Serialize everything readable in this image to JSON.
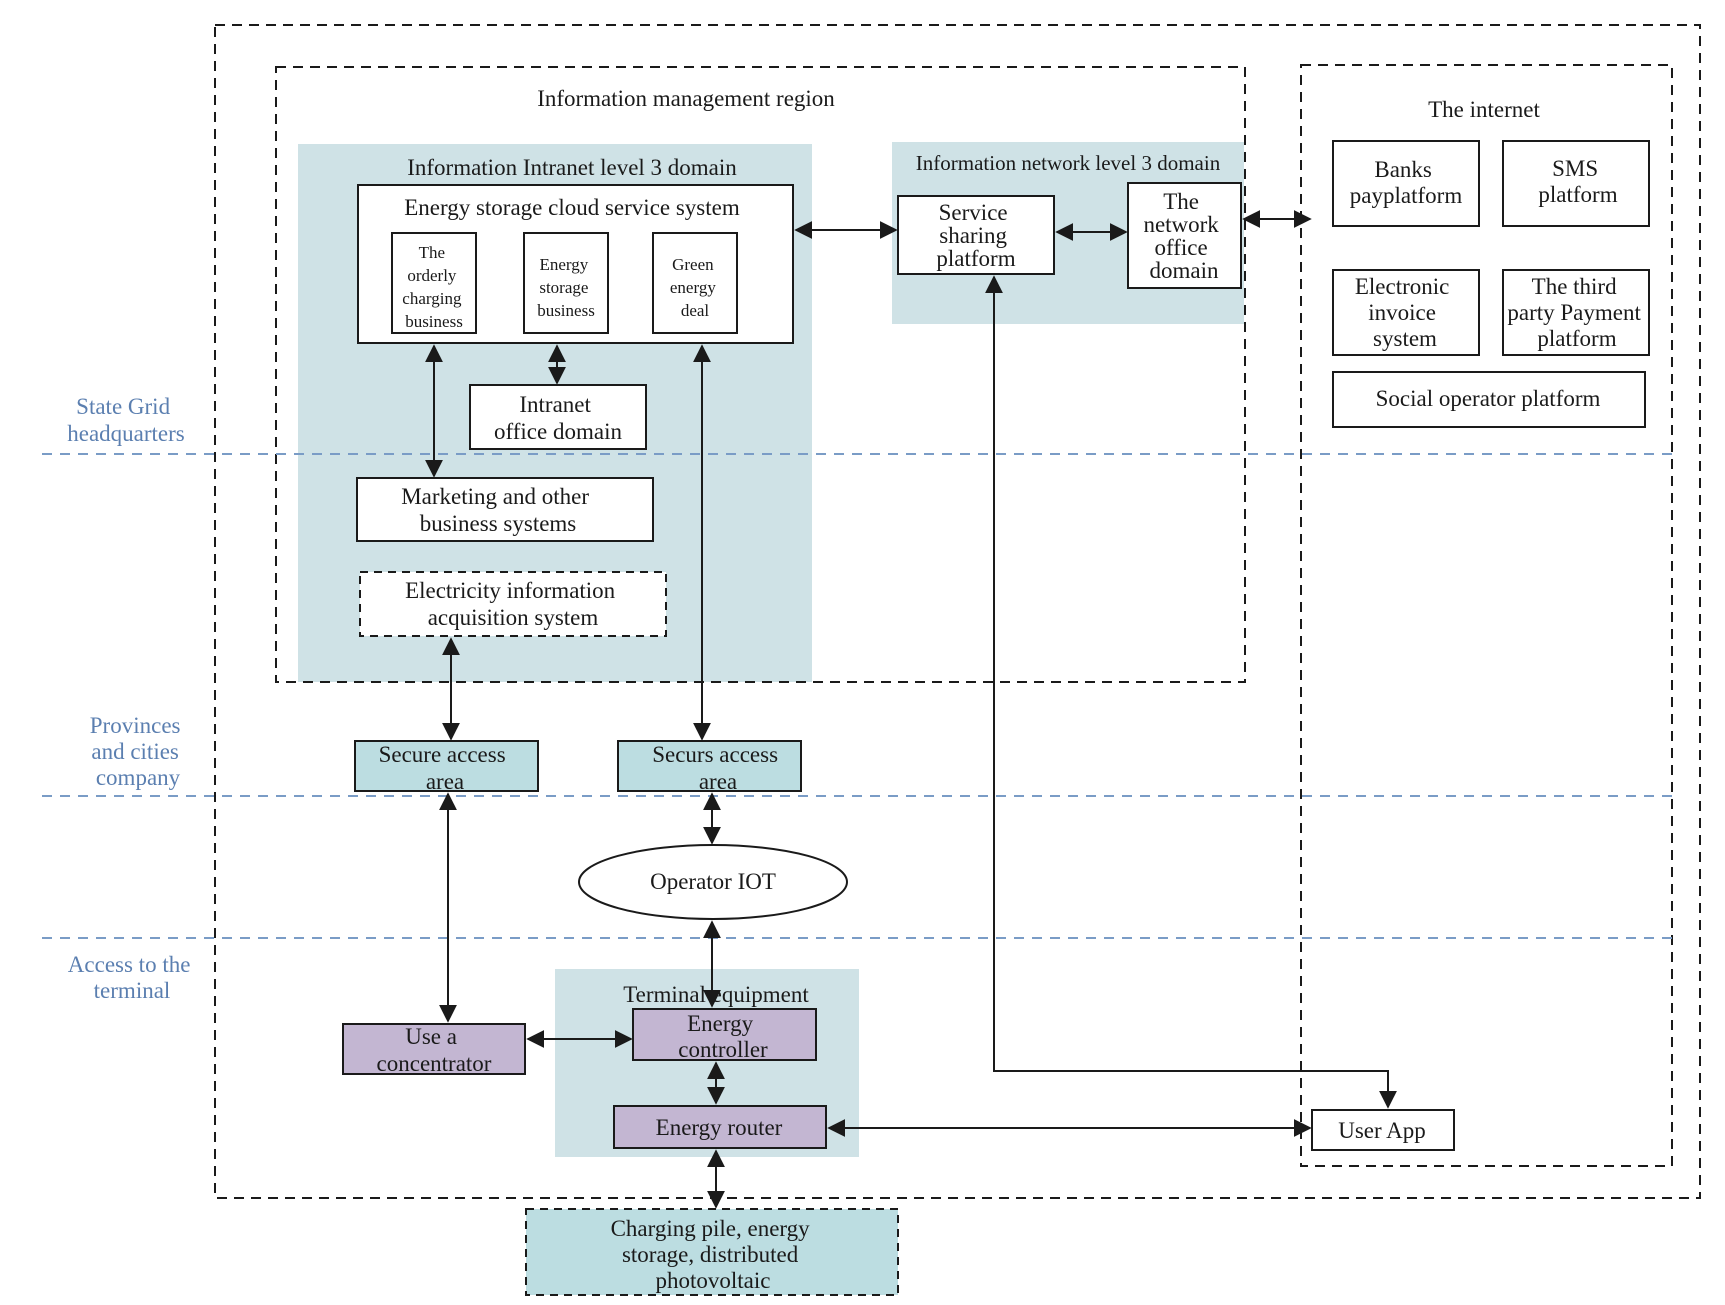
{
  "colors": {
    "teal_domain": "#cfe2e6",
    "teal_box": "#bcdde1",
    "purple_box": "#c3b6d2",
    "level_text": "#5b7fb0",
    "level_line": "#7a9cc6"
  },
  "levels": {
    "hq": [
      "State Grid",
      "headquarters"
    ],
    "province": [
      "Provinces",
      "and cities",
      "company"
    ],
    "terminal": [
      "Access to the",
      "terminal"
    ]
  },
  "regions": {
    "info_mgmt": "Information management region",
    "intranet_l3": "Information Intranet level 3 domain",
    "network_l3": "Information network level 3 domain",
    "internet": "The internet"
  },
  "nodes": {
    "cloud_system": "Energy storage cloud service system",
    "orderly_charging": [
      "The",
      "orderly",
      "charging",
      "business"
    ],
    "energy_storage_business": [
      "Energy",
      "storage",
      "business"
    ],
    "green_energy": [
      "Green",
      "energy",
      "deal"
    ],
    "intranet_office": [
      "Intranet",
      "office domain"
    ],
    "marketing": [
      "Marketing and other",
      "business systems"
    ],
    "electricity_info": [
      "Electricity information",
      "acquisition system"
    ],
    "service_sharing": [
      "Service",
      "sharing",
      "platform"
    ],
    "network_office": [
      "The",
      "network",
      "office",
      "domain"
    ],
    "banks": [
      "Banks",
      "payplatform"
    ],
    "sms": [
      "SMS",
      "platform"
    ],
    "e_invoice": [
      "Electronic",
      "invoice",
      "system"
    ],
    "third_party": [
      "The third",
      "party Payment",
      "platform"
    ],
    "social_operator": "Social operator platform",
    "secure_access_1": [
      "Secure access",
      "area"
    ],
    "secure_access_2": [
      "Securs access",
      "area"
    ],
    "operator_iot": "Operator IOT",
    "terminal_equipment": "Terminal equipment",
    "concentrator": [
      "Use a",
      "concentrator"
    ],
    "energy_controller": [
      "Energy",
      "controller"
    ],
    "energy_router": "Energy router",
    "user_app": "User App",
    "charging_pile": [
      "Charging pile, energy",
      "storage, distributed",
      "photovoltaic"
    ]
  }
}
